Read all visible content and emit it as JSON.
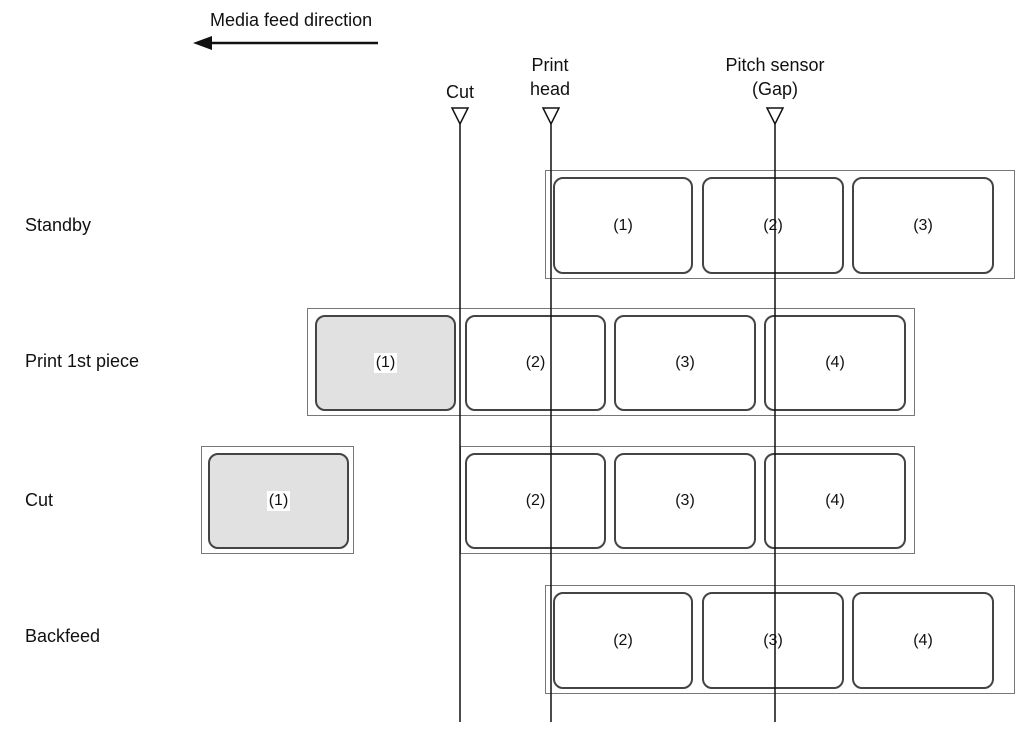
{
  "feed_direction": {
    "label": "Media feed direction"
  },
  "markers": [
    {
      "id": "cut",
      "lines": [
        "Cut"
      ]
    },
    {
      "id": "print-head",
      "lines": [
        "Print",
        "head"
      ]
    },
    {
      "id": "pitch-sensor",
      "lines": [
        "Pitch sensor",
        "(Gap)"
      ]
    }
  ],
  "rows": [
    {
      "label": "Standby",
      "labels": [
        "(1)",
        "(2)",
        "(3)"
      ]
    },
    {
      "label": "Print 1st piece",
      "labels": [
        "(1)",
        "(2)",
        "(3)",
        "(4)"
      ]
    },
    {
      "label": "Cut",
      "cut_piece": "(1)",
      "labels": [
        "(2)",
        "(3)",
        "(4)"
      ]
    },
    {
      "label": "Backfeed",
      "labels": [
        "(2)",
        "(3)",
        "(4)"
      ]
    }
  ]
}
